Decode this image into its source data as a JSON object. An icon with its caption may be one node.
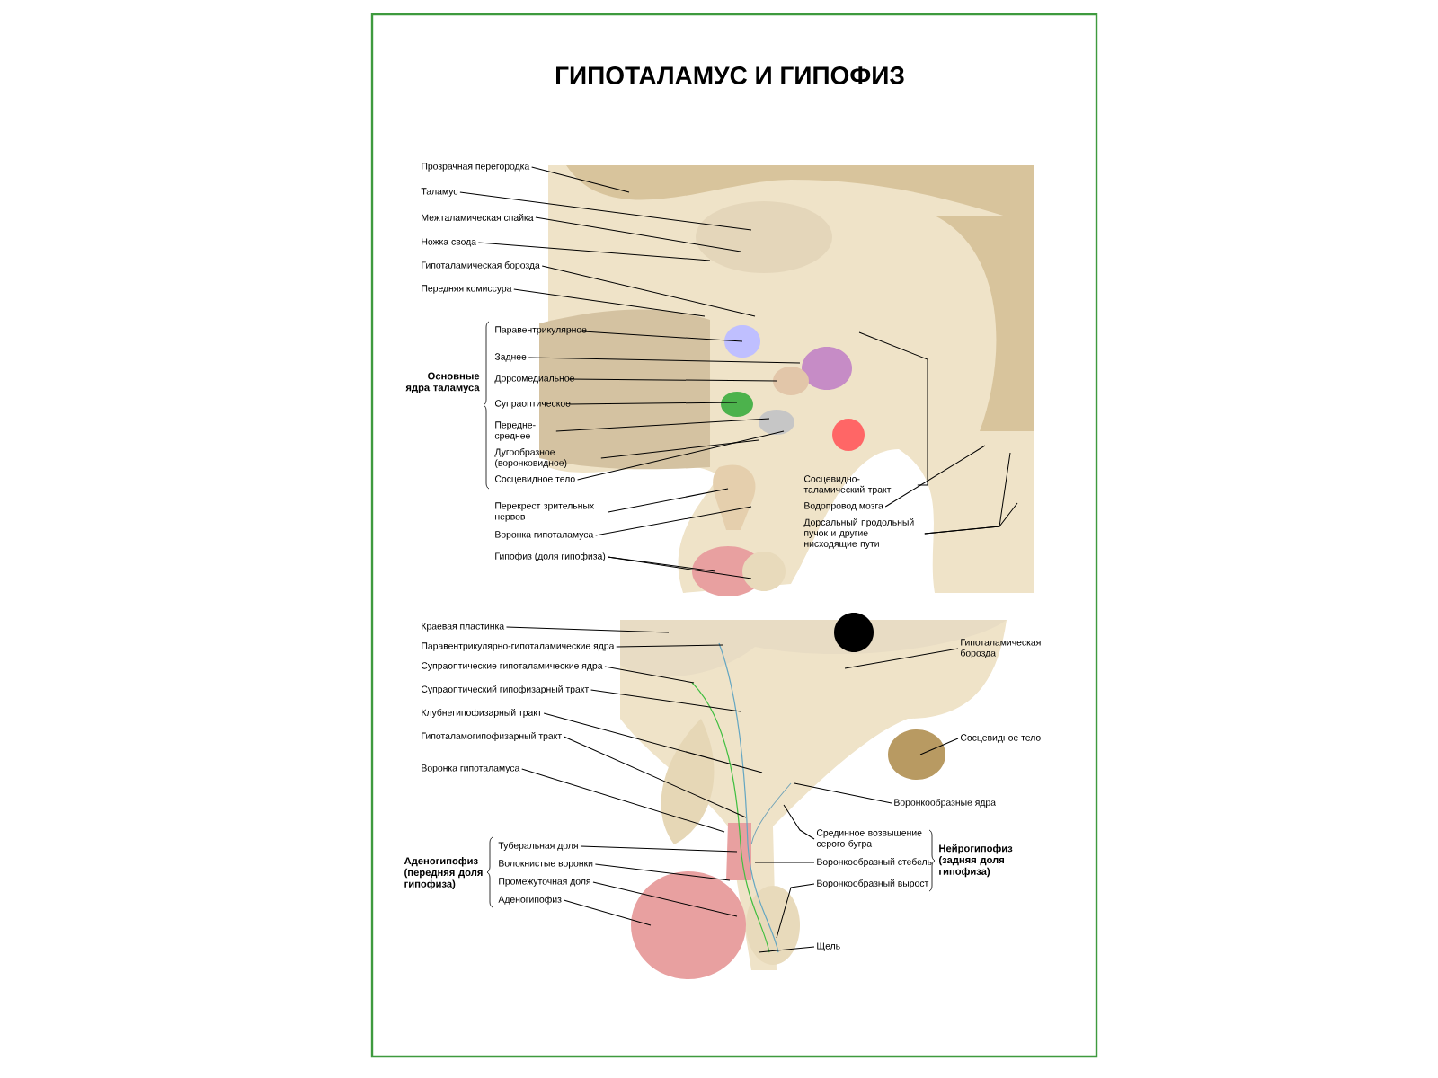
{
  "diagram": {
    "title": "ГИПОТАЛАМУС И ГИПОФИЗ",
    "nodes": [
      {
        "text": [
          "Прозрачная перегородка"
        ]
      },
      {
        "text": [
          "Таламус"
        ]
      },
      {
        "text": [
          "Межталамическая спайка"
        ]
      },
      {
        "text": [
          "Ножка свода"
        ]
      },
      {
        "text": [
          "Гипоталамическая борозда"
        ]
      },
      {
        "text": [
          "Передняя комиссура"
        ]
      },
      {
        "text": [
          "Паравентрикулярное"
        ]
      },
      {
        "text": [
          "Заднее"
        ]
      },
      {
        "text": [
          "Дорсомедиальное"
        ]
      },
      {
        "text": [
          "Супраоптическое"
        ]
      },
      {
        "text": [
          "Передне-среднее"
        ]
      },
      {
        "text": [
          "Дугообразное (воронковидное)"
        ]
      },
      {
        "text": [
          "Сосцевидное тело"
        ]
      },
      {
        "text": [
          "Перекрест зрительных нервов"
        ]
      },
      {
        "text": [
          "Воронка гипоталамуса"
        ]
      },
      {
        "text": [
          "Гипофиз (доля гипофиза)"
        ]
      },
      {
        "text": [
          "Сосцевидно-таламический тракт"
        ]
      },
      {
        "text": [
          "Водопровод мозга"
        ]
      },
      {
        "text": [
          "Дорсальный продольный пучок и другие нисходящие пути"
        ]
      },
      {
        "text": [
          "Краевая пластинка"
        ]
      },
      {
        "text": [
          "Паравентрикулярно-гипоталамические ядра"
        ]
      },
      {
        "text": [
          "Супраоптические гипоталамические ядра"
        ]
      },
      {
        "text": [
          "Супраоптический гипофизарный тракт"
        ]
      },
      {
        "text": [
          "Клубнегипофизарный тракт"
        ]
      },
      {
        "text": [
          "Гипоталамогипофизарный тракт"
        ]
      },
      {
        "text": [
          "Воронка гипоталамуса"
        ]
      },
      {
        "text": [
          "Гипоталамическая борозда"
        ]
      },
      {
        "text": [
          "Сосцевидное тело"
        ]
      },
      {
        "text": [
          "Воронкообразные ядра"
        ]
      },
      {
        "text": [
          "Срединное возвышение серого бугра"
        ]
      },
      {
        "text": [
          "Воронкообразный стебель"
        ]
      },
      {
        "text": [
          "Воронкообразный вырост"
        ]
      },
      {
        "text": [
          "Щель"
        ]
      },
      {
        "text": [
          "Туберальная доля"
        ]
      },
      {
        "text": [
          "Волокнистые воронки"
        ]
      },
      {
        "text": [
          "Промежуточная доля"
        ]
      },
      {
        "text": [
          "Аденогипофиз"
        ]
      }
    ],
    "edges": [
      {
        "from": 0,
        "to": null,
        "arrow": "none"
      },
      {
        "from": 1,
        "to": null,
        "arrow": "none"
      },
      {
        "from": 2,
        "to": null,
        "arrow": "none"
      },
      {
        "from": 3,
        "to": null,
        "arrow": "none"
      },
      {
        "from": 4,
        "to": null,
        "arrow": "none"
      },
      {
        "from": 5,
        "to": null,
        "arrow": "none"
      },
      {
        "from": 6,
        "to": null,
        "arrow": "none"
      },
      {
        "from": 7,
        "to": null,
        "arrow": "none"
      },
      {
        "from": 8,
        "to": null,
        "arrow": "none"
      },
      {
        "from": 9,
        "to": null,
        "arrow": "none"
      },
      {
        "from": 10,
        "to": null,
        "arrow": "none"
      },
      {
        "from": 11,
        "to": null,
        "arrow": "none"
      },
      {
        "from": 12,
        "to": null,
        "arrow": "none"
      },
      {
        "from": 13,
        "to": null,
        "arrow": "none"
      },
      {
        "from": 14,
        "to": null,
        "arrow": "none"
      },
      {
        "from": 15,
        "to": null,
        "arrow": "none"
      },
      {
        "from": 15,
        "to": null,
        "arrow": "none"
      },
      {
        "from": 16,
        "to": null,
        "arrow": "none"
      },
      {
        "from": 17,
        "to": null,
        "arrow": "none"
      },
      {
        "from": 18,
        "to": null,
        "arrow": "none"
      },
      {
        "from": 18,
        "to": null,
        "arrow": "none"
      },
      {
        "from": 19,
        "to": null,
        "arrow": "none"
      },
      {
        "from": 20,
        "to": null,
        "arrow": "none"
      },
      {
        "from": 21,
        "to": null,
        "arrow": "none"
      },
      {
        "from": 22,
        "to": null,
        "arrow": "none"
      },
      {
        "from": 23,
        "to": null,
        "arrow": "none"
      },
      {
        "from": 24,
        "to": null,
        "arrow": "none"
      },
      {
        "from": 25,
        "to": null,
        "arrow": "none"
      },
      {
        "from": 26,
        "to": null,
        "arrow": "none"
      },
      {
        "from": 27,
        "to": null,
        "arrow": "none"
      },
      {
        "from": 28,
        "to": null,
        "arrow": "none"
      },
      {
        "from": 29,
        "to": null,
        "arrow": "none"
      },
      {
        "from": 30,
        "to": null,
        "arrow": "none"
      },
      {
        "from": 31,
        "to": null,
        "arrow": "none"
      },
      {
        "from": 32,
        "to": null,
        "arrow": "none"
      },
      {
        "from": 33,
        "to": null,
        "arrow": "none"
      },
      {
        "from": 34,
        "to": null,
        "arrow": "none"
      },
      {
        "from": 35,
        "to": null,
        "arrow": "none"
      },
      {
        "from": 36,
        "to": null,
        "arrow": "none"
      }
    ],
    "labels": [
      "Основные ядра таламуса",
      "Нейрогипофиз (задняя доля гипофиза)",
      "Аденогипофиз (передняя доля гипофиза)"
    ]
  }
}
